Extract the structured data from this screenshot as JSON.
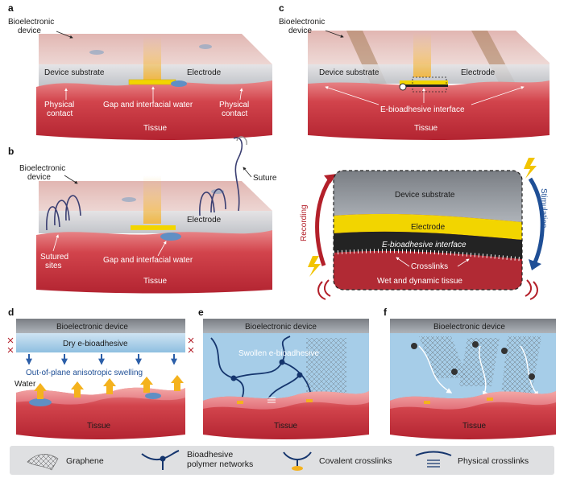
{
  "panels": {
    "a": {
      "letter": "a",
      "bioelectronic_device": "Bioelectronic\ndevice",
      "device_substrate": "Device substrate",
      "electrode": "Electrode",
      "physical_contact": "Physical\ncontact",
      "gap": "Gap and interfacial water",
      "tissue": "Tissue"
    },
    "b": {
      "letter": "b",
      "bioelectronic_device": "Bioelectronic\ndevice",
      "suture": "Suture",
      "electrode": "Electrode",
      "sutured_sites": "Sutured\nsites",
      "gap": "Gap and interfacial water",
      "tissue": "Tissue"
    },
    "c": {
      "letter": "c",
      "bioelectronic_device": "Bioelectronic\ndevice",
      "device_substrate": "Device substrate",
      "electrode": "Electrode",
      "interface": "E-bioadhesive interface",
      "tissue": "Tissue"
    },
    "inset": {
      "device_substrate": "Device substrate",
      "electrode": "Electrode",
      "interface": "E-bioadhesive interface",
      "crosslinks": "Crosslinks",
      "wet_tissue": "Wet and dynamic tissue",
      "recording": "Recording",
      "stimulation": "Stimulation"
    },
    "d": {
      "letter": "d",
      "device": "Bioelectronic device",
      "dry": "Dry e-bioadhesive",
      "swelling": "Out-of-plane anisotropic swelling",
      "water": "Water",
      "tissue": "Tissue"
    },
    "e": {
      "letter": "e",
      "device": "Bioelectronic device",
      "swollen": "Swollen e-bioadhesive",
      "tissue": "Tissue"
    },
    "f": {
      "letter": "f",
      "device": "Bioelectronic device",
      "tissue": "Tissue"
    }
  },
  "legend": {
    "graphene": "Graphene",
    "polymer": "Bioadhesive\npolymer networks",
    "covalent": "Covalent crosslinks",
    "physical": "Physical crosslinks"
  },
  "colors": {
    "tissue": "#c8323c",
    "tissue_top": "#e8857f",
    "substrate": "#c9cdd2",
    "electrode": "#f2d500",
    "interface": "#222222",
    "adhesive": "#9fc7e3",
    "accent_blue": "#1f4f96",
    "accent_red": "#b3202a"
  },
  "icons": {
    "recording_arrow": "arrow-up-curved-icon",
    "stimulation_arrow": "arrow-down-curved-icon",
    "lightning": "lightning-icon"
  }
}
